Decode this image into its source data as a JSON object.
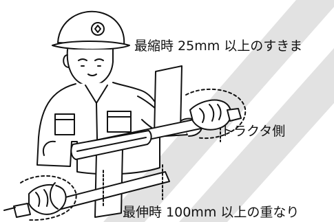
{
  "labels": {
    "min_clearance": "最縮時 25mm 以上のすきま",
    "tractor_side": "トラクタ側",
    "max_overlap": "最伸時 100mm 以上の重なり"
  },
  "icons": {
    "helmet_emblem": "helmet-emblem-icon"
  },
  "colors": {
    "line": "#111111",
    "stripe": "#e2e2e2",
    "background": "#ffffff"
  }
}
